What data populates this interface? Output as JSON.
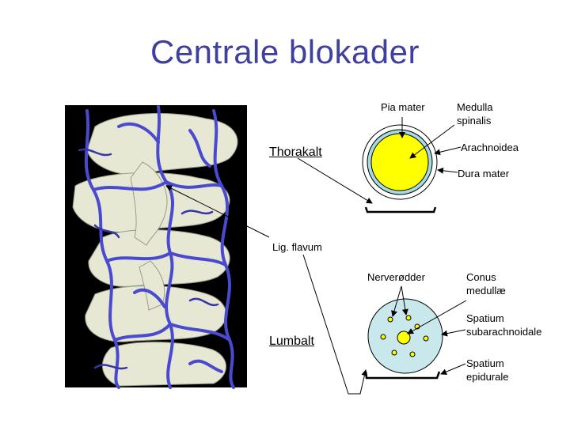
{
  "title": "Centrale blokader",
  "labels": {
    "pia_mater": "Pia mater",
    "medulla_line1": "Medulla",
    "medulla_line2": "spinalis",
    "thorakalt": "Thorakalt",
    "arachnoidea": "Arachnoidea",
    "dura_mater": "Dura mater",
    "lig_flavum": "Lig. flavum",
    "nerverodder": "Nerverødder",
    "conus_line1": "Conus",
    "conus_line2": "medullæ",
    "lumbalt": "Lumbalt",
    "spatium_sub_line1": "Spatium",
    "spatium_sub_line2": "subarachnoidale",
    "spatium_epi_line1": "Spatium",
    "spatium_epi_line2": "epidurale"
  },
  "colors": {
    "title": "#3f3f9e",
    "vessel": "#4a4ad0",
    "bone": "#e6e8d4",
    "medulla": "#ffff00",
    "arachnoid": "#a6d9e0",
    "csf": "#c9e8ec"
  }
}
